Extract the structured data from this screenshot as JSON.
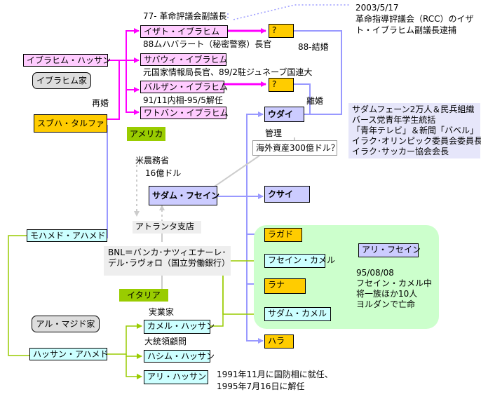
{
  "labels": {
    "vice_chair_note": "77- 革命評議会副議長",
    "arrest_date": "2003/5/17",
    "arrest_text_1": "革命指導評議会（RCC）のイザ",
    "arrest_text_2": "ト・イブラヒム副議長逮捕",
    "sabawi_note": "88ムハバラート（秘密警察）長官",
    "marriage_88": "88-結婚",
    "barzan_note": "元国家情報局長官、89/2駐ジュネーブ国連大",
    "watban_note": "91/11内相-95/5解任",
    "remarried": "再婚",
    "divorce": "離婚",
    "management": "管理",
    "usda": "米農務省",
    "loan_amount": "16億ドル",
    "bnl_line_1": "BNL＝バンカ･ナツィエナーレ･",
    "bnl_line_2": "デル･ラヴォロ（国立労働銀行）",
    "industrialist": "実業家",
    "advisor": "大統領顧問",
    "ali_hassan_note_1": "1991年11月に国防相に就任、",
    "ali_hassan_note_2": "1995年7月16日に解任",
    "death_note_1": "95/08/08",
    "death_note_2": "フセイン・カメル中",
    "death_note_3": "将一族ほか10人",
    "death_note_4": "ヨルダンで亡命",
    "uday_roles": [
      "サダムフェーン2万人＆民兵組織",
      "バース党青年学生統括",
      "「青年テレビ」＆新聞「バベル」",
      "イラク･オリンピック委員会委員長",
      "イラク･サッカー協会会長"
    ]
  },
  "nodes": {
    "izzat": "イザト・イブラヒム",
    "q1": "?",
    "ibrahim_hassan": "イブラヒム・ハッサン",
    "sabawi": "サバウィ・イブラヒム",
    "ibrahim_family": "イブラヒム家",
    "barzan": "バルザン・イブラヒム",
    "q2": "?",
    "subha": "スブハ・タルファ",
    "watban": "ワトバン・イブラヒム",
    "uday": "ウダイ",
    "america": "アメリカ",
    "overseas": "海外資産300億ドル？",
    "saddam": "サダム・フセイン",
    "qusay": "クサイ",
    "atlanta": "アトランタ支店",
    "mohammed_ahmed": "モハメド・アハメド",
    "raghad": "ラガド",
    "ali_hussein": "アリ・フセイン",
    "hussein_kamel": "フセイン・カメル",
    "italy": "イタリア",
    "rana": "ラナ",
    "al_majid_family": "アル・マジド家",
    "saddam_kamel": "サダム・カメル",
    "kamel_hassan": "カメル・ハッサン",
    "hassan_ahmed": "ハッサン・アハメド",
    "hashim_hassan": "ハシム・ハッサン",
    "hala": "ハラ",
    "ali_hassan": "アリ・ハッサン"
  },
  "colors": {
    "pink_line": "#ff00ff",
    "lavender_line": "#9999ff",
    "olive_line": "#99cc00",
    "gray_line": "#cccccc",
    "family_green": "#ccffcc"
  }
}
